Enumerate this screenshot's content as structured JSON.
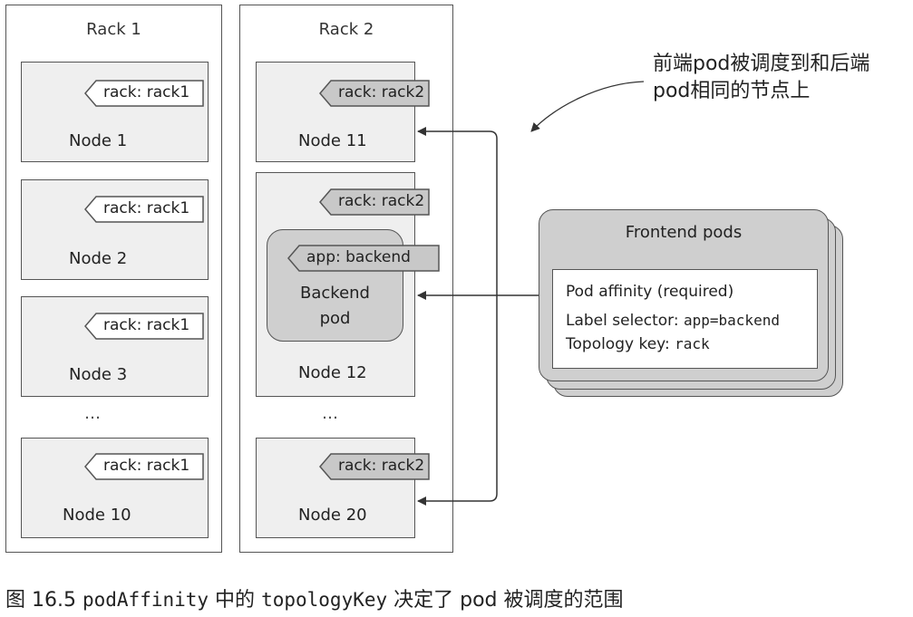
{
  "rack1": {
    "title": "Rack 1",
    "nodes": [
      {
        "name": "Node 1",
        "label": "rack: rack1"
      },
      {
        "name": "Node 2",
        "label": "rack: rack1"
      },
      {
        "name": "Node 3",
        "label": "rack: rack1"
      },
      {
        "name": "Node 10",
        "label": "rack: rack1"
      }
    ],
    "ellipsis": "…"
  },
  "rack2": {
    "title": "Rack 2",
    "nodes": [
      {
        "name": "Node 11",
        "label": "rack: rack2"
      },
      {
        "name": "Node 12",
        "label": "rack: rack2"
      },
      {
        "name": "Node 20",
        "label": "rack: rack2"
      }
    ],
    "ellipsis": "…",
    "backend_pod": {
      "line1": "Backend",
      "line2": "pod",
      "label": "app: backend"
    }
  },
  "frontend": {
    "title": "Frontend pods",
    "affinity_title": "Pod affinity (required)",
    "selector_prefix": "Label selector: ",
    "selector_value": "app=backend",
    "topology_prefix": "Topology key: ",
    "topology_value": "rack"
  },
  "annotation": {
    "line1": "前端pod被调度到和后端",
    "line2": "pod相同的节点上"
  },
  "caption": {
    "prefix": "图 16.5  ",
    "code1": "podAffinity",
    "mid1": " 中的 ",
    "code2": "topologyKey",
    "mid2": " 决定了 pod 被调度的范围"
  },
  "colors": {
    "tag_white": "#ffffff",
    "tag_gray": "#c8c8c8",
    "node_fill": "#efefef",
    "pod_fill": "#cfcfcf",
    "stroke": "#555555"
  }
}
